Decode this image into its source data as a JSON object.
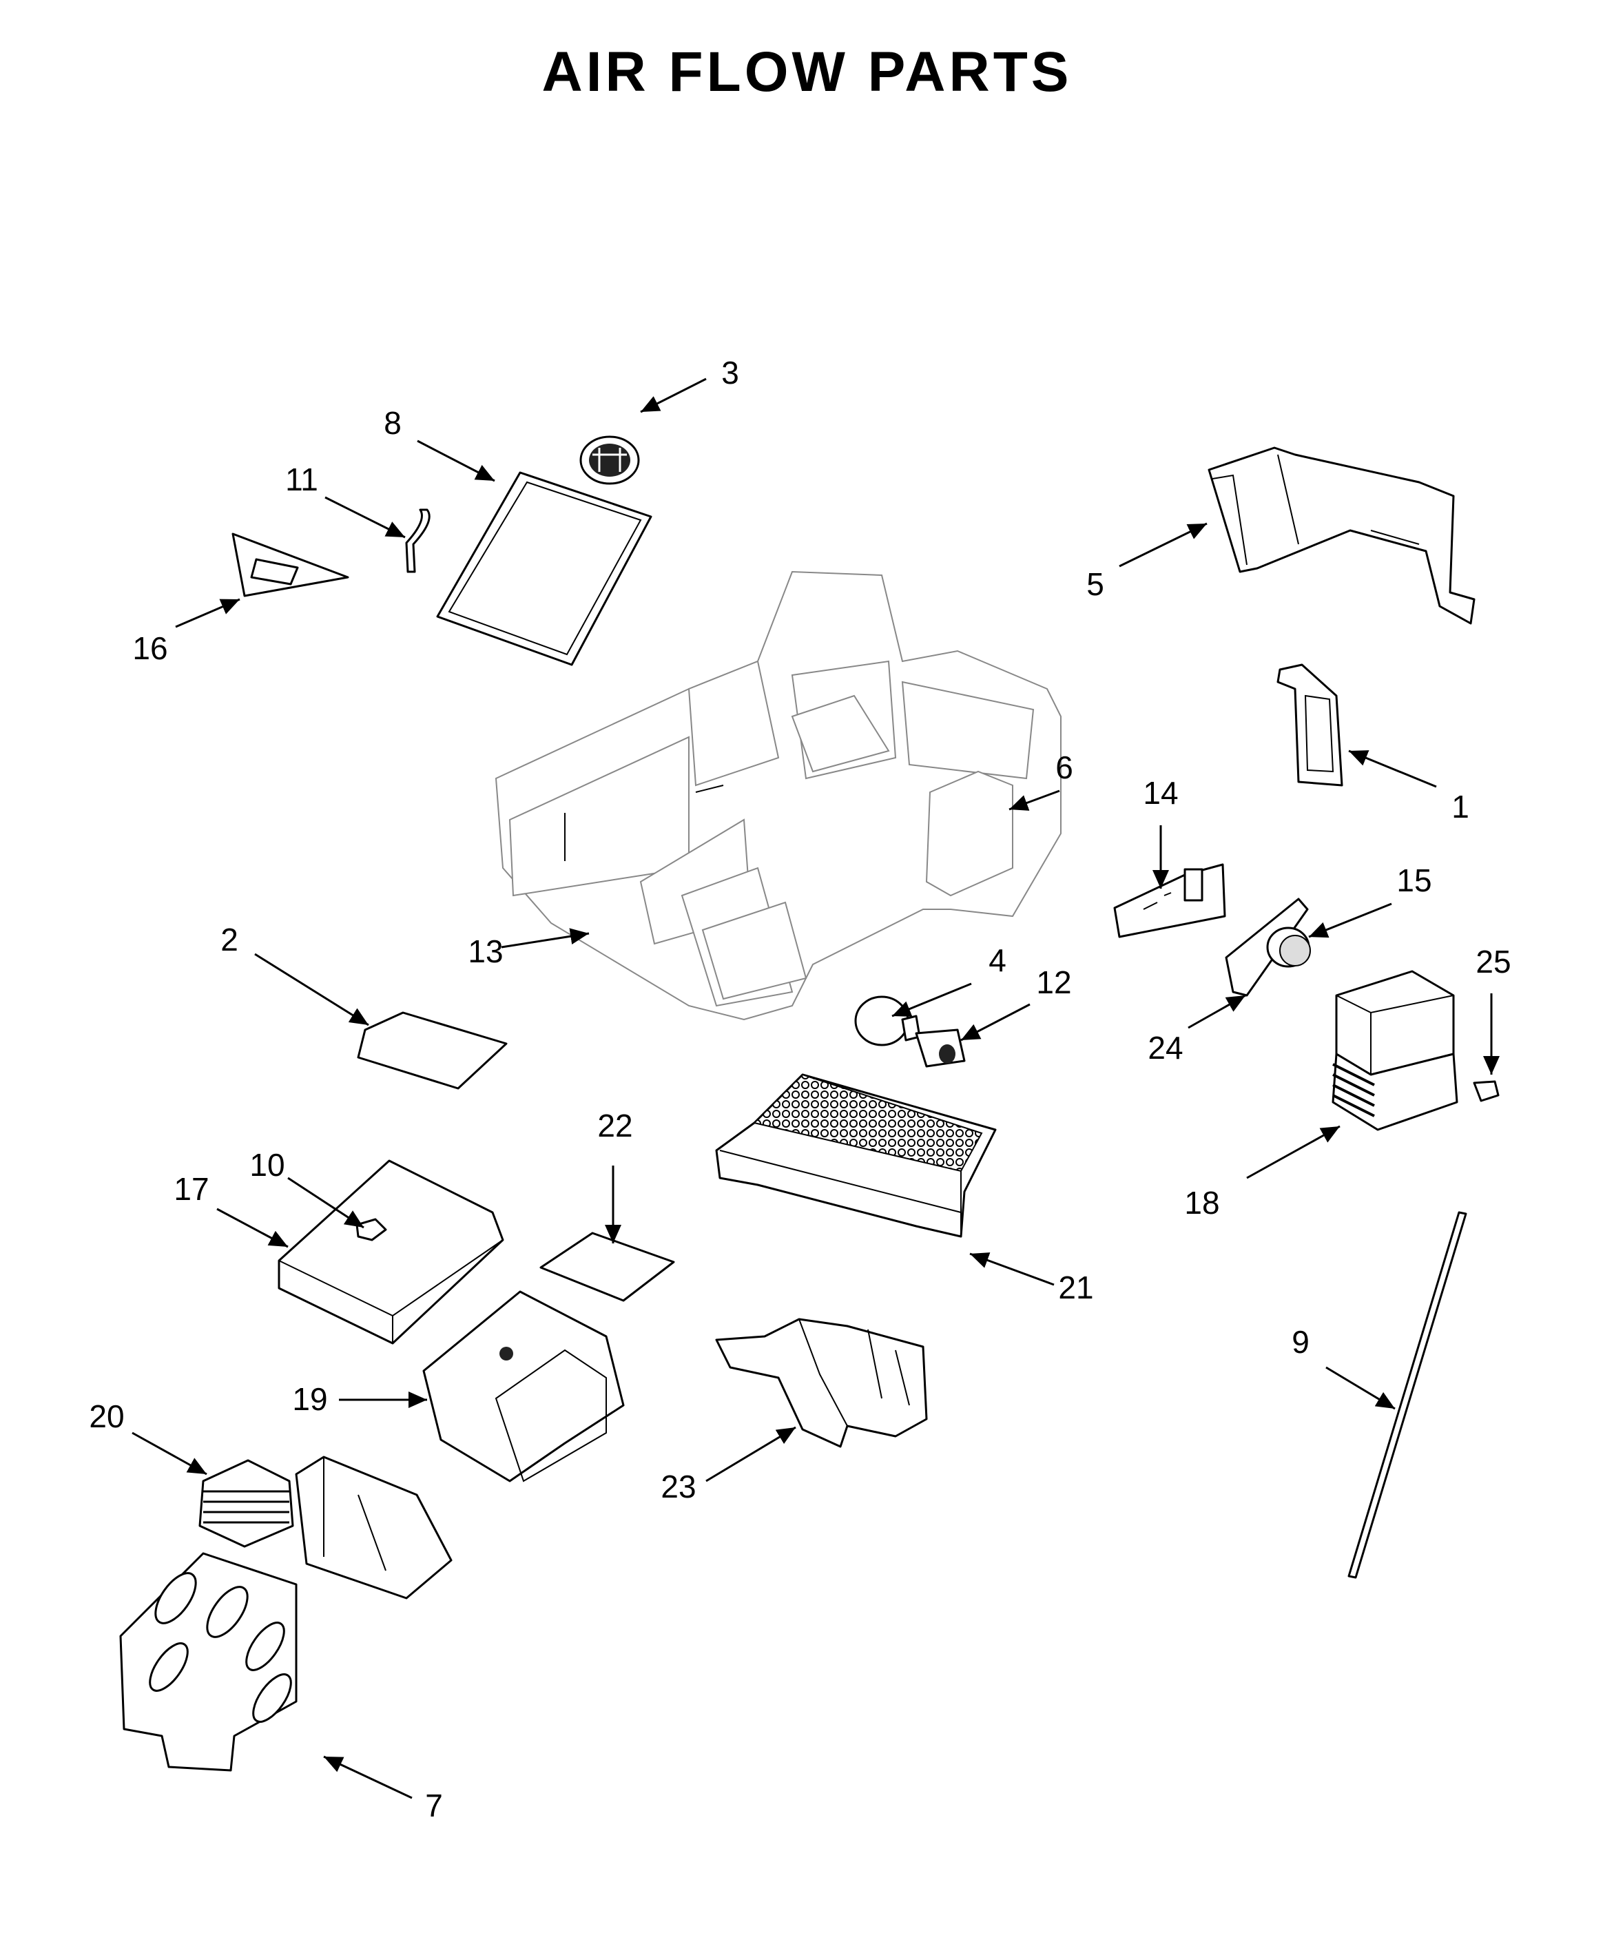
{
  "title": "AIR FLOW PARTS",
  "callouts": [
    "1",
    "2",
    "3",
    "4",
    "5",
    "6",
    "7",
    "8",
    "9",
    "10",
    "11",
    "12",
    "13",
    "14",
    "15",
    "16",
    "17",
    "18",
    "19",
    "20",
    "21",
    "22",
    "23",
    "24",
    "25"
  ]
}
